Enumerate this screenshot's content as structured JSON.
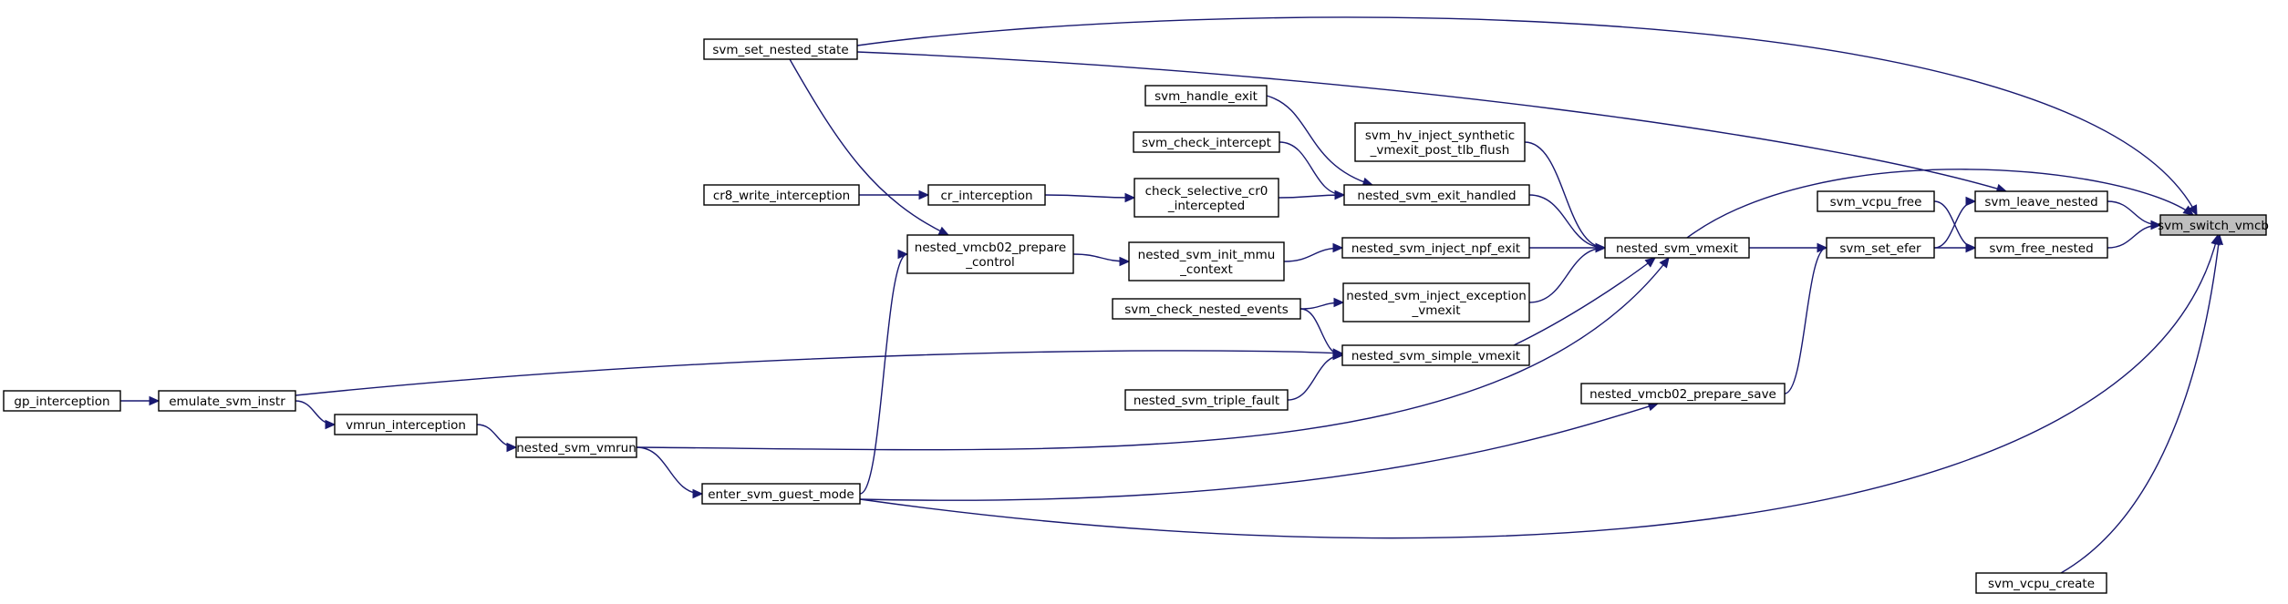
{
  "graph": {
    "type": "call-graph",
    "nodes": [
      {
        "id": "svm_switch_vmcb",
        "lines": [
          "svm_switch_vmcb"
        ],
        "root": true
      },
      {
        "id": "svm_leave_nested",
        "lines": [
          "svm_leave_nested"
        ]
      },
      {
        "id": "svm_free_nested",
        "lines": [
          "svm_free_nested"
        ]
      },
      {
        "id": "svm_vcpu_create",
        "lines": [
          "svm_vcpu_create"
        ]
      },
      {
        "id": "svm_set_nested_state",
        "lines": [
          "svm_set_nested_state"
        ]
      },
      {
        "id": "svm_vcpu_free",
        "lines": [
          "svm_vcpu_free"
        ]
      },
      {
        "id": "svm_set_efer",
        "lines": [
          "svm_set_efer"
        ]
      },
      {
        "id": "nested_svm_vmexit",
        "lines": [
          "nested_svm_vmexit"
        ]
      },
      {
        "id": "nested_vmcb02_prepare_save",
        "lines": [
          "nested_vmcb02_prepare_save"
        ]
      },
      {
        "id": "svm_hv_inject_synthetic_vmexit_post_tlb_flush",
        "lines": [
          "svm_hv_inject_synthetic",
          "_vmexit_post_tlb_flush"
        ]
      },
      {
        "id": "nested_svm_exit_handled",
        "lines": [
          "nested_svm_exit_handled"
        ]
      },
      {
        "id": "nested_svm_inject_npf_exit",
        "lines": [
          "nested_svm_inject_npf_exit"
        ]
      },
      {
        "id": "nested_svm_inject_exception_vmexit",
        "lines": [
          "nested_svm_inject_exception",
          "_vmexit"
        ]
      },
      {
        "id": "nested_svm_simple_vmexit",
        "lines": [
          "nested_svm_simple_vmexit"
        ]
      },
      {
        "id": "svm_handle_exit",
        "lines": [
          "svm_handle_exit"
        ]
      },
      {
        "id": "svm_check_intercept",
        "lines": [
          "svm_check_intercept"
        ]
      },
      {
        "id": "check_selective_cr0_intercepted",
        "lines": [
          "check_selective_cr0",
          "_intercepted"
        ]
      },
      {
        "id": "nested_svm_init_mmu_context",
        "lines": [
          "nested_svm_init_mmu",
          "_context"
        ]
      },
      {
        "id": "svm_check_nested_events",
        "lines": [
          "svm_check_nested_events"
        ]
      },
      {
        "id": "nested_svm_triple_fault",
        "lines": [
          "nested_svm_triple_fault"
        ]
      },
      {
        "id": "nested_svm_vmrun",
        "lines": [
          "nested_svm_vmrun"
        ]
      },
      {
        "id": "cr_interception",
        "lines": [
          "cr_interception"
        ]
      },
      {
        "id": "nested_vmcb02_prepare_control",
        "lines": [
          "nested_vmcb02_prepare",
          "_control"
        ]
      },
      {
        "id": "enter_svm_guest_mode",
        "lines": [
          "enter_svm_guest_mode"
        ]
      },
      {
        "id": "cr8_write_interception",
        "lines": [
          "cr8_write_interception"
        ]
      },
      {
        "id": "emulate_svm_instr",
        "lines": [
          "emulate_svm_instr"
        ]
      },
      {
        "id": "vmrun_interception",
        "lines": [
          "vmrun_interception"
        ]
      },
      {
        "id": "gp_interception",
        "lines": [
          "gp_interception"
        ]
      }
    ],
    "edges": [
      {
        "from": "svm_leave_nested",
        "to": "svm_switch_vmcb"
      },
      {
        "from": "svm_free_nested",
        "to": "svm_switch_vmcb"
      },
      {
        "from": "svm_vcpu_create",
        "to": "svm_switch_vmcb"
      },
      {
        "from": "svm_set_nested_state",
        "to": "svm_switch_vmcb"
      },
      {
        "from": "nested_svm_vmexit",
        "to": "svm_switch_vmcb"
      },
      {
        "from": "enter_svm_guest_mode",
        "to": "svm_switch_vmcb"
      },
      {
        "from": "svm_set_nested_state",
        "to": "svm_leave_nested"
      },
      {
        "from": "svm_vcpu_free",
        "to": "svm_free_nested"
      },
      {
        "from": "svm_set_efer",
        "to": "svm_leave_nested"
      },
      {
        "from": "svm_set_efer",
        "to": "svm_free_nested"
      },
      {
        "from": "nested_svm_vmexit",
        "to": "svm_set_efer"
      },
      {
        "from": "nested_vmcb02_prepare_save",
        "to": "svm_set_efer"
      },
      {
        "from": "svm_hv_inject_synthetic_vmexit_post_tlb_flush",
        "to": "nested_svm_vmexit"
      },
      {
        "from": "nested_svm_exit_handled",
        "to": "nested_svm_vmexit"
      },
      {
        "from": "nested_svm_inject_npf_exit",
        "to": "nested_svm_vmexit"
      },
      {
        "from": "nested_svm_inject_exception_vmexit",
        "to": "nested_svm_vmexit"
      },
      {
        "from": "nested_svm_simple_vmexit",
        "to": "nested_svm_vmexit"
      },
      {
        "from": "nested_svm_vmrun",
        "to": "nested_svm_vmexit"
      },
      {
        "from": "enter_svm_guest_mode",
        "to": "nested_vmcb02_prepare_save"
      },
      {
        "from": "svm_handle_exit",
        "to": "nested_svm_exit_handled"
      },
      {
        "from": "svm_check_intercept",
        "to": "nested_svm_exit_handled"
      },
      {
        "from": "check_selective_cr0_intercepted",
        "to": "nested_svm_exit_handled"
      },
      {
        "from": "nested_svm_init_mmu_context",
        "to": "nested_svm_inject_npf_exit"
      },
      {
        "from": "svm_check_nested_events",
        "to": "nested_svm_inject_exception_vmexit"
      },
      {
        "from": "svm_check_nested_events",
        "to": "nested_svm_simple_vmexit"
      },
      {
        "from": "emulate_svm_instr",
        "to": "nested_svm_simple_vmexit"
      },
      {
        "from": "nested_svm_triple_fault",
        "to": "nested_svm_simple_vmexit"
      },
      {
        "from": "cr_interception",
        "to": "check_selective_cr0_intercepted"
      },
      {
        "from": "nested_vmcb02_prepare_control",
        "to": "nested_svm_init_mmu_context"
      },
      {
        "from": "cr8_write_interception",
        "to": "cr_interception"
      },
      {
        "from": "svm_set_nested_state",
        "to": "nested_vmcb02_prepare_control"
      },
      {
        "from": "enter_svm_guest_mode",
        "to": "nested_vmcb02_prepare_control"
      },
      {
        "from": "nested_svm_vmrun",
        "to": "enter_svm_guest_mode"
      },
      {
        "from": "vmrun_interception",
        "to": "nested_svm_vmrun"
      },
      {
        "from": "emulate_svm_instr",
        "to": "vmrun_interception"
      },
      {
        "from": "gp_interception",
        "to": "emulate_svm_instr"
      }
    ]
  }
}
